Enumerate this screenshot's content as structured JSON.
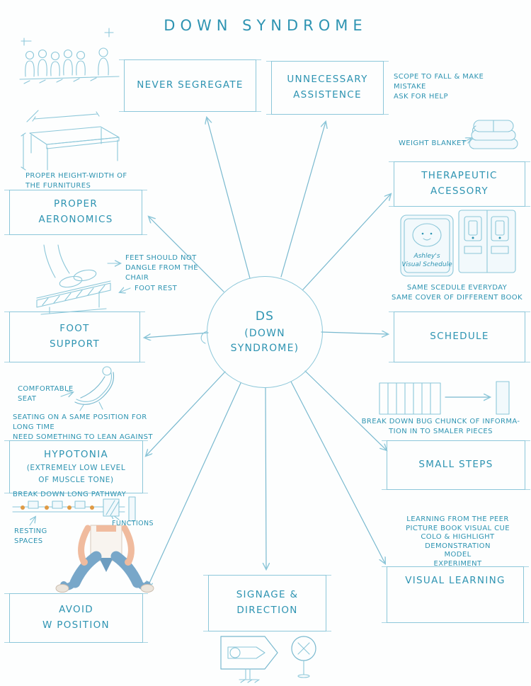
{
  "title": "DOWN SYNDROME",
  "center": {
    "line1": "DS",
    "line2": "(DOWN",
    "line3": "SYNDROME)"
  },
  "nodes": {
    "never_segregate": {
      "label": "NEVER SEGREGATE"
    },
    "unnecessary_assistance": {
      "label1": "UNNECESSARY",
      "label2": "ASSISTENCE",
      "notes": [
        "SCOPE TO FALL & MAKE",
        "MISTAKE",
        "ASK FOR HELP"
      ]
    },
    "therapeutic_accessory": {
      "label1": "THERAPEUTIC",
      "label2": "ACESSORY",
      "note": "WEIGHT BLANKET"
    },
    "schedule": {
      "label": "SCHEDULE",
      "notes": [
        "SAME SCEDULE EVERYDAY",
        "SAME COVER OF DIFFERENT BOOK"
      ],
      "book_title1": "Ashley's",
      "book_title2": "Visual Schedule"
    },
    "small_steps": {
      "label": "SMALL STEPS",
      "notes": [
        "BREAK DOWN BUG CHUNCK OF INFORMA-",
        "TION IN TO SMALER PIECES"
      ]
    },
    "visual_learning": {
      "label": "VISUAL LEARNING",
      "notes": [
        "LEARNING FROM THE PEER",
        "PICTURE BOOK VISUAL CUE",
        "COLO & HIGHLIGHT",
        "DEMONSTRATION",
        "MODEL",
        "EXPERIMENT"
      ]
    },
    "signage_direction": {
      "label1": "SIGNAGE &",
      "label2": "DIRECTION"
    },
    "proper_aeronomics": {
      "label1": "PROPER",
      "label2": "AERONOMICS",
      "notes": [
        "PROPER HEIGHT-WIDTH OF",
        "THE FURNITURES"
      ]
    },
    "foot_support": {
      "label1": "FOOT",
      "label2": "SUPPORT",
      "notes": [
        "FEET SHOULD NOT",
        "DANGLE FROM THE",
        "CHAIR"
      ],
      "note_foot_rest": "FOOT REST"
    },
    "hypotonia": {
      "label1": "HYPOTONIA",
      "label2": "(EXTREMELY LOW LEVEL",
      "label3": "OF MUSCLE TONE)",
      "note_seat1": "COMFORTABLE",
      "note_seat2": "SEAT",
      "notes": [
        "SEATING ON A SAME POSITION FOR",
        "LONG TIME",
        "NEED SOMETHING TO LEAN AGAINST"
      ]
    },
    "avoid_w_position": {
      "label1": "AVOID",
      "label2": "W POSITION",
      "note_pathway": "BREAK DOWN LONG PATHWAY",
      "note_resting1": "RESTING",
      "note_resting2": "SPACES",
      "note_functions": "FUNCTIONS"
    }
  },
  "colors": {
    "ink": "#2e94b2",
    "line": "#8cc7d9",
    "accent_orange": "#e09a44",
    "jeans_blue": "#78a7c9",
    "skin": "#f0bb9e"
  }
}
